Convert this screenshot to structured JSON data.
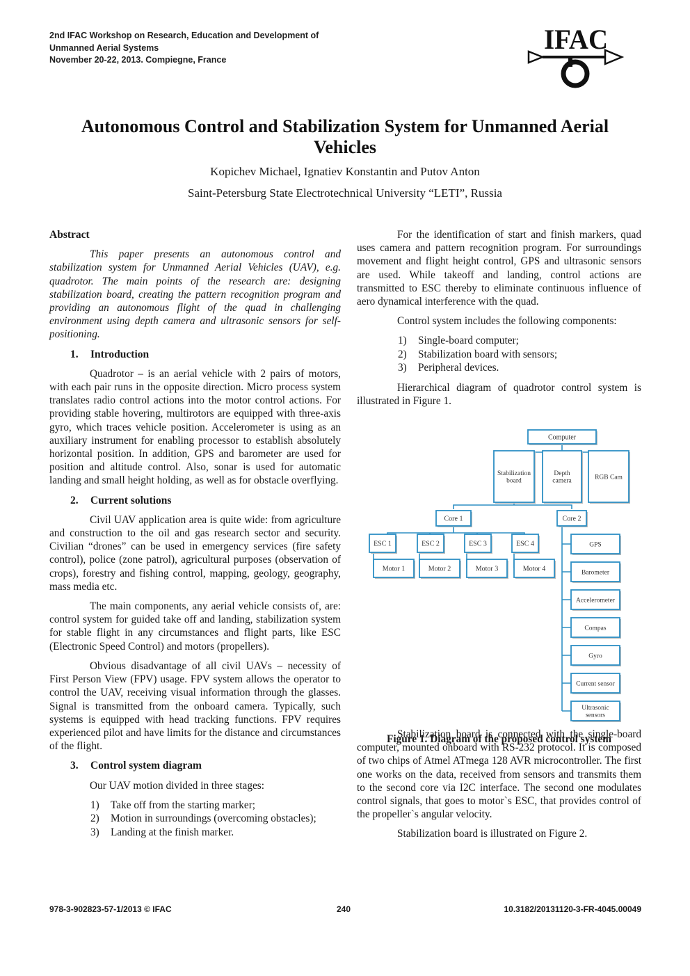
{
  "header": {
    "lines": [
      "2nd IFAC Workshop on Research, Education and Development of",
      "Unmanned Aerial Systems",
      "November 20-22, 2013. Compiegne, France"
    ],
    "logo_text": "IFAC"
  },
  "title": [
    "Autonomous Control and Stabilization System for Unmanned Aerial",
    "Vehicles"
  ],
  "authors": "Kopichev Michael, Ignatiev Konstantin and Putov Anton",
  "affiliation": "Saint-Petersburg State Electrotechnical University “LETI”, Russia",
  "abstract": {
    "heading": "Abstract",
    "text": "This paper presents an autonomous control and stabilization system for Unmanned Aerial Vehicles (UAV), e.g. quadrotor. The main points of the research are: designing stabilization board, creating the pattern recognition program and providing an autonomous flight of the quad in challenging environment using depth camera and ultrasonic sensors for self-positioning."
  },
  "sections": {
    "intro": {
      "num": "1.",
      "heading": "Introduction",
      "text": "Quadrotor – is an aerial vehicle with 2 pairs of motors, with each pair runs in the opposite direction. Micro process system translates radio control actions into the motor control actions. For providing stable hovering, multirotors are equipped with three-axis gyro, which traces vehicle position. Accelerometer is using as an auxiliary instrument for enabling processor to establish absolutely horizontal position. In addition, GPS and barometer are used for position and altitude control. Also, sonar is used for automatic landing and small height holding, as well as for obstacle overflying."
    },
    "current": {
      "num": "2.",
      "heading": "Current solutions",
      "p1": "Civil UAV application area is quite wide: from agriculture and construction to the oil and gas research sector and security. Civilian “drones” can be used in emergency services (fire safety control), police (zone patrol), agricultural purposes (observation of crops), forestry and fishing control, mapping, geology, geography, mass media etc.",
      "p2": "The main components, any aerial vehicle consists of, are: control system for guided take off and landing, stabilization system for stable flight in any circumstances and flight parts, like ESC (Electronic Speed Control) and motors (propellers).",
      "p3": "Obvious disadvantage of all civil UAVs – necessity of First Person View (FPV) usage. FPV system allows the operator to control the UAV, receiving visual information through the glasses. Signal is transmitted from the onboard camera. Typically, such systems is equipped with head tracking functions. FPV requires experienced pilot and have limits for the distance and circumstances of the flight."
    },
    "diagram": {
      "num": "3.",
      "heading": "Control system diagram",
      "intro": "Our UAV motion divided in three stages:",
      "stages": [
        {
          "n": "1)",
          "text": "Take off from the starting marker;"
        },
        {
          "n": "2)",
          "text": "Motion in surroundings (overcoming obstacles);"
        },
        {
          "n": "3)",
          "text": "Landing at the finish marker."
        }
      ]
    }
  },
  "right": {
    "p1": "For the identification of start and finish markers, quad uses camera and pattern recognition program. For surroundings movement and flight height control, GPS and ultrasonic sensors are used. While takeoff and landing, control actions are transmitted to ESC thereby to eliminate continuous influence of aero dynamical interference with the quad.",
    "p2": "Control system includes the following components:",
    "components": [
      {
        "n": "1)",
        "text": "Single-board computer;"
      },
      {
        "n": "2)",
        "text": "Stabilization board with sensors;"
      },
      {
        "n": "3)",
        "text": "Peripheral devices."
      }
    ],
    "p3": "Hierarchical diagram of quadrotor control system is illustrated in Figure 1.",
    "p4": "Stabilization board is connected with the single-board computer, mounted onboard with RS-232 protocol. It is composed of two chips of Atmel ATmega 128 AVR microcontroller. The first one works on the data, received from sensors and transmits them to the second core via I2C interface. The second one modulates control signals, that goes to motor`s ESC, that provides control of the propeller`s angular velocity.",
    "p5": "Stabilization board is illustrated on Figure 2."
  },
  "figure": {
    "caption": "Figure 1. Diagram of the proposed control system",
    "computer": "Computer",
    "stab_board": [
      "Stabilization",
      "board"
    ],
    "depth_camera": [
      "Depth",
      "camera"
    ],
    "rgb_cam": "RGB Cam",
    "core1": "Core 1",
    "core2": "Core 2",
    "escs": [
      "ESC 1",
      "ESC 2",
      "ESC 3",
      "ESC 4"
    ],
    "motors": [
      "Motor 1",
      "Motor 2",
      "Motor 3",
      "Motor 4"
    ],
    "sensors": [
      "GPS",
      "Barometer",
      "Accelerometer",
      "Compas",
      "Gyro",
      "Current sensor"
    ],
    "ultrasonic": [
      "Ultrasonic",
      "sensors"
    ],
    "colors": {
      "box_border": "#2e8fc4",
      "line": "#2e8fc4",
      "box_shadow": "#bcbcbc"
    }
  },
  "footer": {
    "left": "978-3-902823-57-1/2013 © IFAC",
    "center": "240",
    "right": "10.3182/20131120-3-FR-4045.00049"
  }
}
